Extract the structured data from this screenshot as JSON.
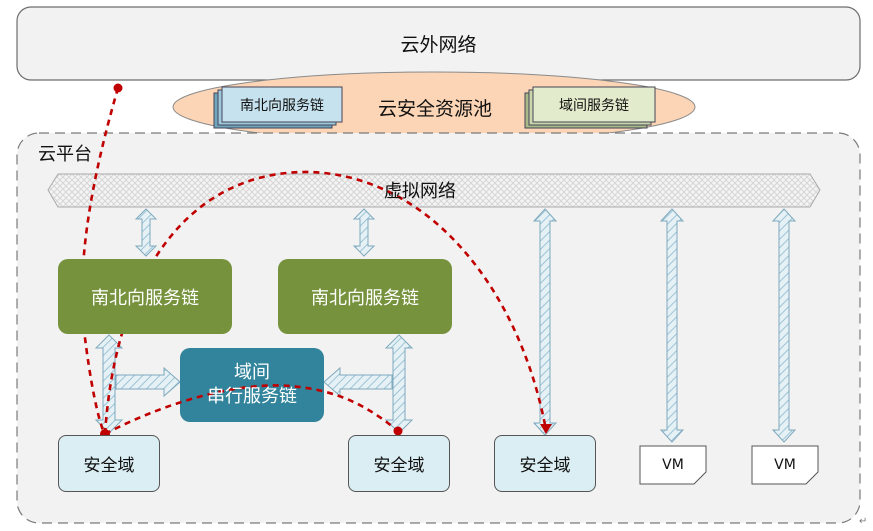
{
  "external_network": {
    "label": "云外网络"
  },
  "resource_pool": {
    "label": "云安全资源池",
    "north_south_chain": "南北向服务链",
    "inter_domain_chain": "域间服务链"
  },
  "cloud_platform": {
    "label": "云平台"
  },
  "virtual_network": {
    "label": "虚拟网络"
  },
  "north_south_chain_1": {
    "label": "南北向服务链"
  },
  "north_south_chain_2": {
    "label": "南北向服务链"
  },
  "inter_domain_serial_chain": {
    "line1": "域间",
    "line2": "串行服务链"
  },
  "security_domains": [
    "安全域",
    "安全域",
    "安全域"
  ],
  "vms": [
    "VM",
    "VM"
  ],
  "colors": {
    "chain_green": "#76923c",
    "teal": "#31849b",
    "domain_fill": "#dbeef4",
    "pool_fill": "#fbd5b5",
    "red_path": "#c00000",
    "arrow_fill": "#dbeef4"
  }
}
